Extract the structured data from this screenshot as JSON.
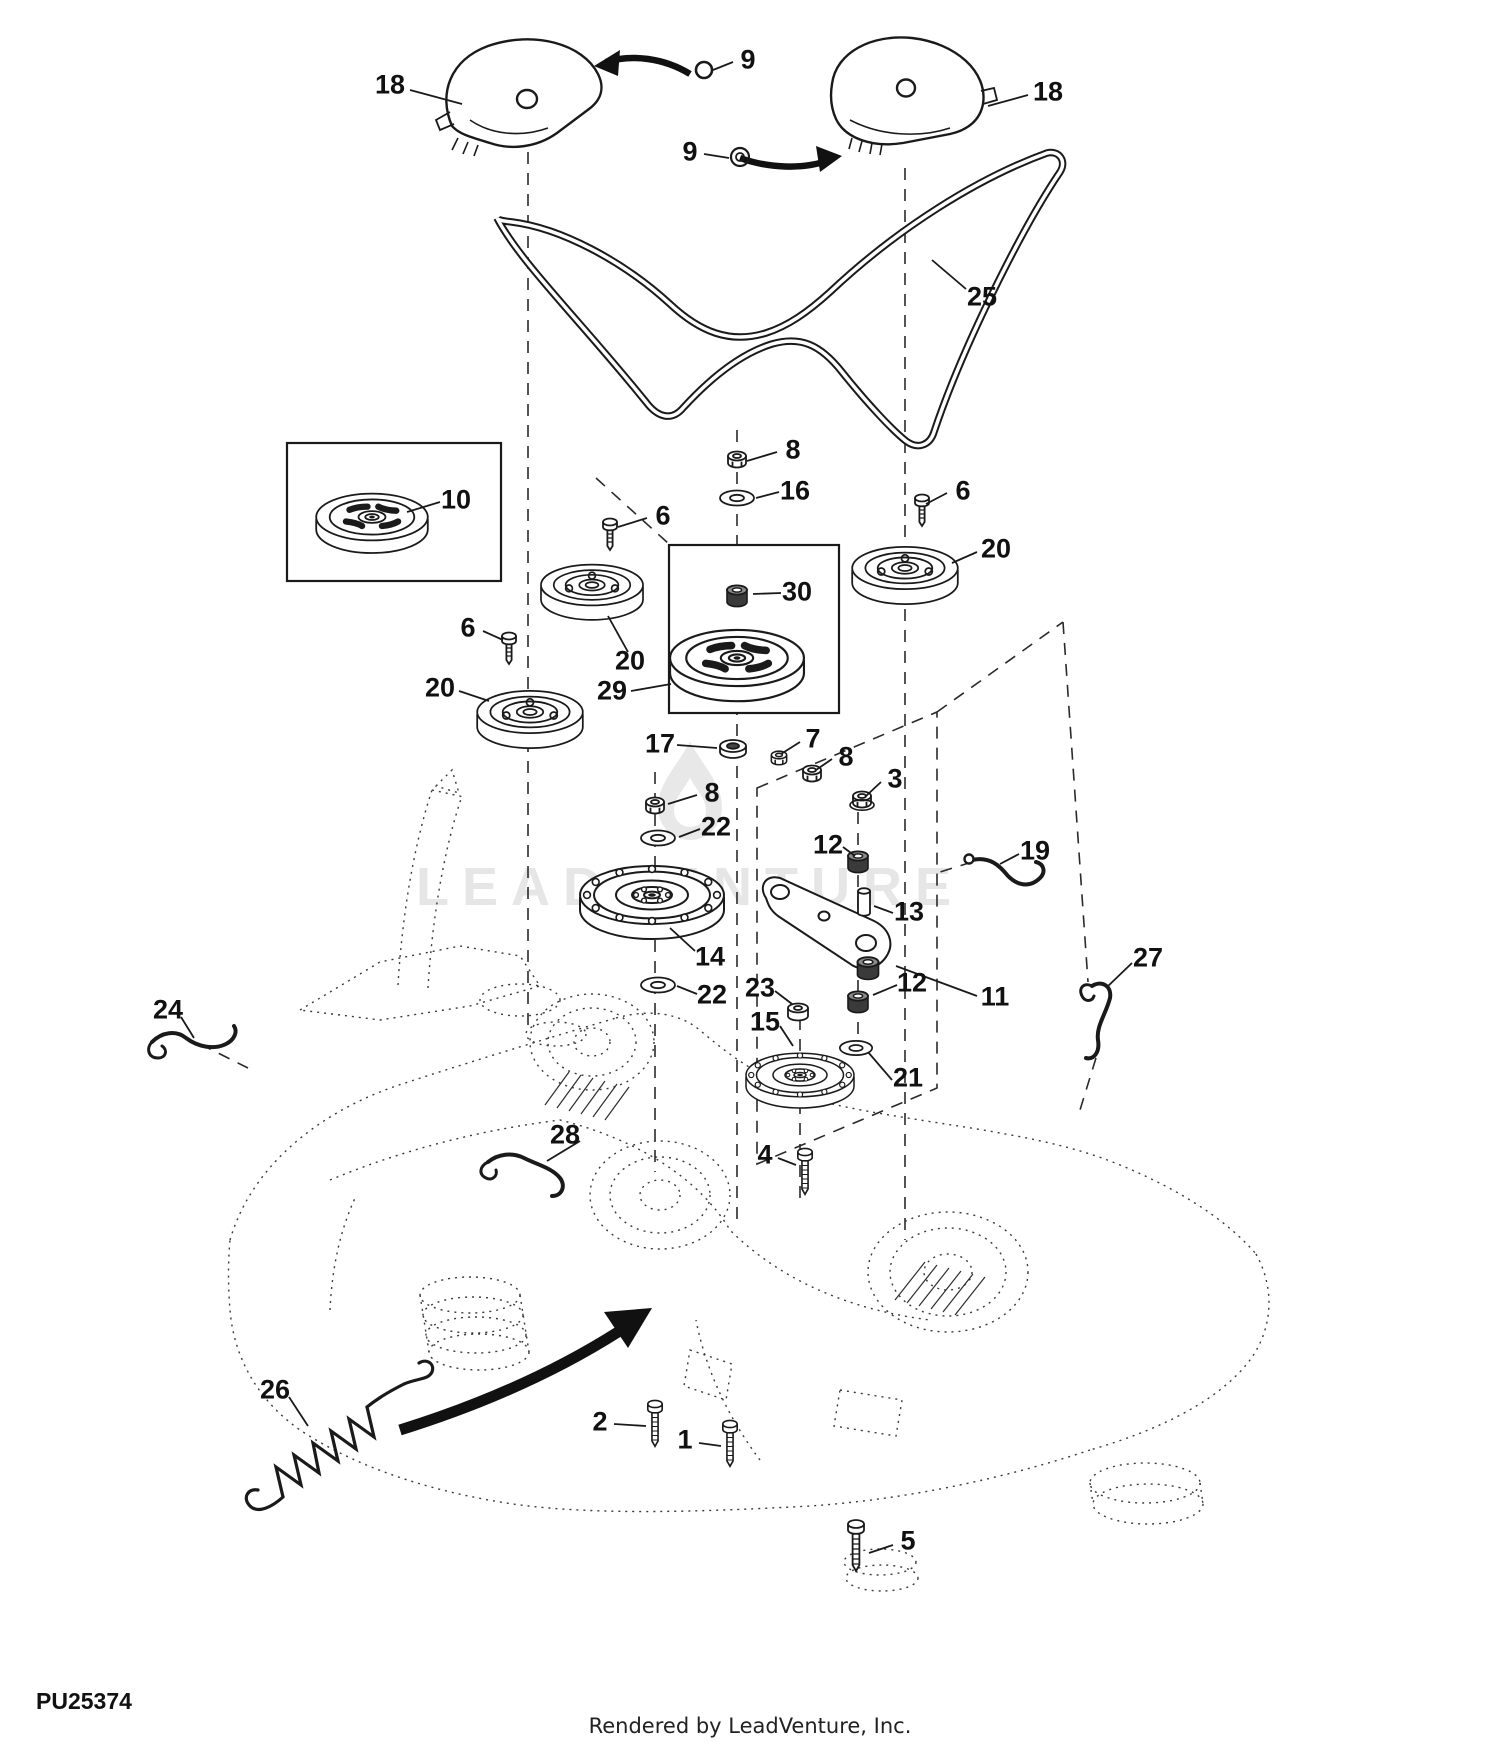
{
  "diagram": {
    "code": "PU25374",
    "footer": "Rendered by LeadVenture, Inc.",
    "watermark": "LEADVENTURE",
    "line_color": "#1a1a1a",
    "background": "#ffffff"
  },
  "callouts": {
    "c18L": "18",
    "c9T": "9",
    "c18R": "18",
    "c9B": "9",
    "c25": "25",
    "c10": "10",
    "c8a": "8",
    "c16": "16",
    "c6a": "6",
    "c6b": "6",
    "c20a": "20",
    "c30": "30",
    "c20b": "20",
    "c29": "29",
    "c6c": "6",
    "c20c": "20",
    "c17": "17",
    "c7": "7",
    "c8b": "8",
    "c3": "3",
    "c8c": "8",
    "c22a": "22",
    "c12a": "12",
    "c19": "19",
    "c13": "13",
    "c14": "14",
    "c12b": "12",
    "c11": "11",
    "c22b": "22",
    "c23": "23",
    "c15": "15",
    "c21": "21",
    "c24": "24",
    "c27": "27",
    "c28": "28",
    "c4": "4",
    "c26": "26",
    "c2": "2",
    "c1": "1",
    "c5": "5"
  }
}
